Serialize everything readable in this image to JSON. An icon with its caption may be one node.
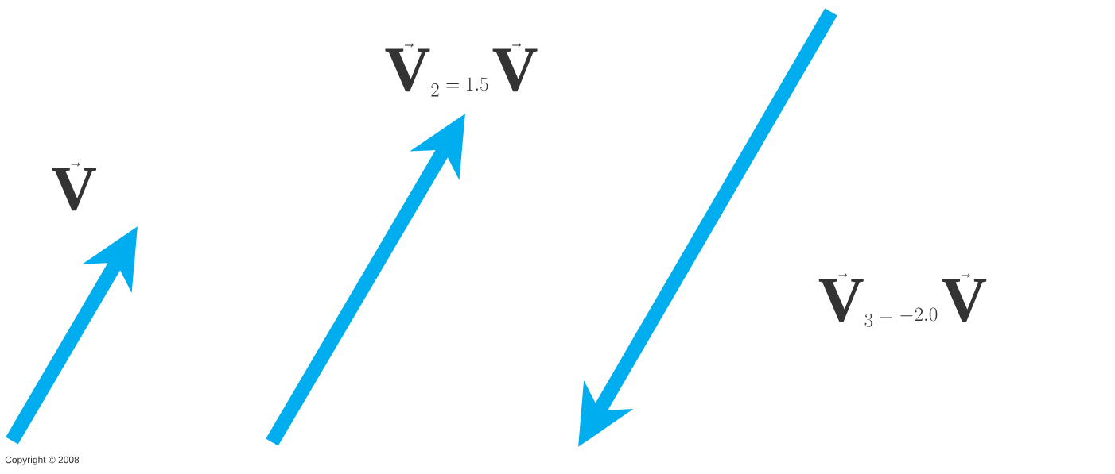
{
  "diagram": {
    "labels": [
      "\\vec{\\mathbf{V}}",
      "\\vec{\\mathbf{V}}_2 = 1.5\\,\\vec{\\mathbf{V}}",
      "\\vec{\\mathbf{V}}_3 = -2.0\\,\\vec{\\mathbf{V}}",
      "Copyright © 2008"
    ]
  }
}
